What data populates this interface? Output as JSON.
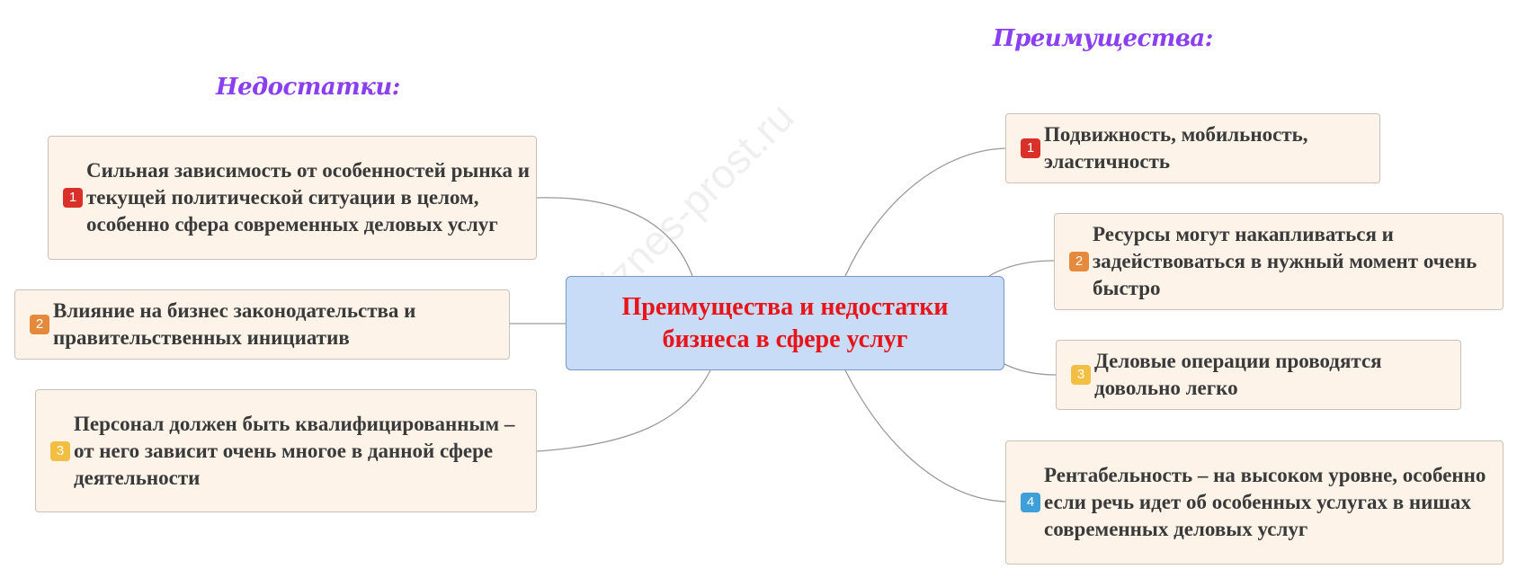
{
  "central_topic": "Преимущества и недостатки бизнеса в сфере услуг",
  "watermark": "biznes-prost.ru",
  "cons": {
    "heading": "Недостатки:",
    "items": [
      {
        "priority": "1",
        "text": "Сильная зависимость от особенностей рынка и текущей политической ситуации в целом, особенно сфера современных деловых услуг"
      },
      {
        "priority": "2",
        "text": "Влияние на бизнес законодательства и правительственных инициатив"
      },
      {
        "priority": "3",
        "text": "Персонал должен быть квалифицированным – от него зависит очень многое в данной сфере деятельности"
      }
    ]
  },
  "pros": {
    "heading": "Преимущества:",
    "items": [
      {
        "priority": "1",
        "text": "Подвижность, мобильность, эластичность"
      },
      {
        "priority": "2",
        "text": "Ресурсы могут накапливаться и задействоваться в нужный момент очень быстро"
      },
      {
        "priority": "3",
        "text": "Деловые операции проводятся довольно легко"
      },
      {
        "priority": "4",
        "text": "Рентабельность – на высоком уровне, особенно если речь идет об особенных услугах в нишах современных деловых услуг"
      }
    ]
  },
  "colors": {
    "central_fill": "#c8dcf8",
    "central_text": "#e8141a",
    "node_fill": "#fdf3e9",
    "heading": "#8a3ff0",
    "priority_1": "#d9302a",
    "priority_2": "#e58a3c",
    "priority_3": "#f2bf42",
    "priority_4": "#3f9fd8"
  }
}
